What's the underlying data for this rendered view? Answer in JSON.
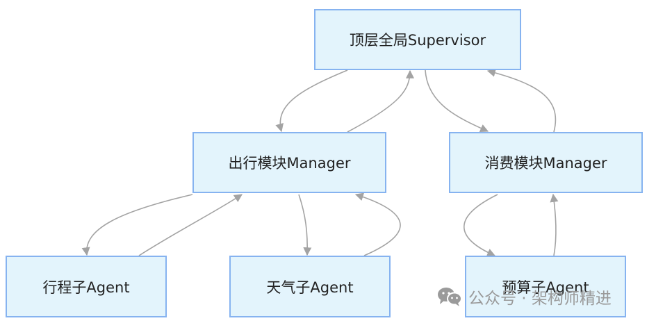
{
  "colors": {
    "node_fill": "#e3f4fc",
    "node_border": "#86b3f0",
    "edge": "#a3a3a3",
    "watermark": "#9a9a9a"
  },
  "nodes": {
    "top": "顶层全局Supervisor",
    "travel": "出行模块Manager",
    "spend": "消费模块Manager",
    "itinerary": "行程子Agent",
    "weather": "天气子Agent",
    "budget": "预算子Agent"
  },
  "edges": [
    {
      "from": "top",
      "to": "travel"
    },
    {
      "from": "travel",
      "to": "top"
    },
    {
      "from": "top",
      "to": "spend"
    },
    {
      "from": "spend",
      "to": "top"
    },
    {
      "from": "travel",
      "to": "itinerary"
    },
    {
      "from": "itinerary",
      "to": "travel"
    },
    {
      "from": "travel",
      "to": "weather"
    },
    {
      "from": "weather",
      "to": "travel"
    },
    {
      "from": "spend",
      "to": "budget"
    },
    {
      "from": "budget",
      "to": "spend"
    }
  ],
  "watermark": {
    "icon": "wechat-icon",
    "text": "公众号 · 架构师精进"
  }
}
